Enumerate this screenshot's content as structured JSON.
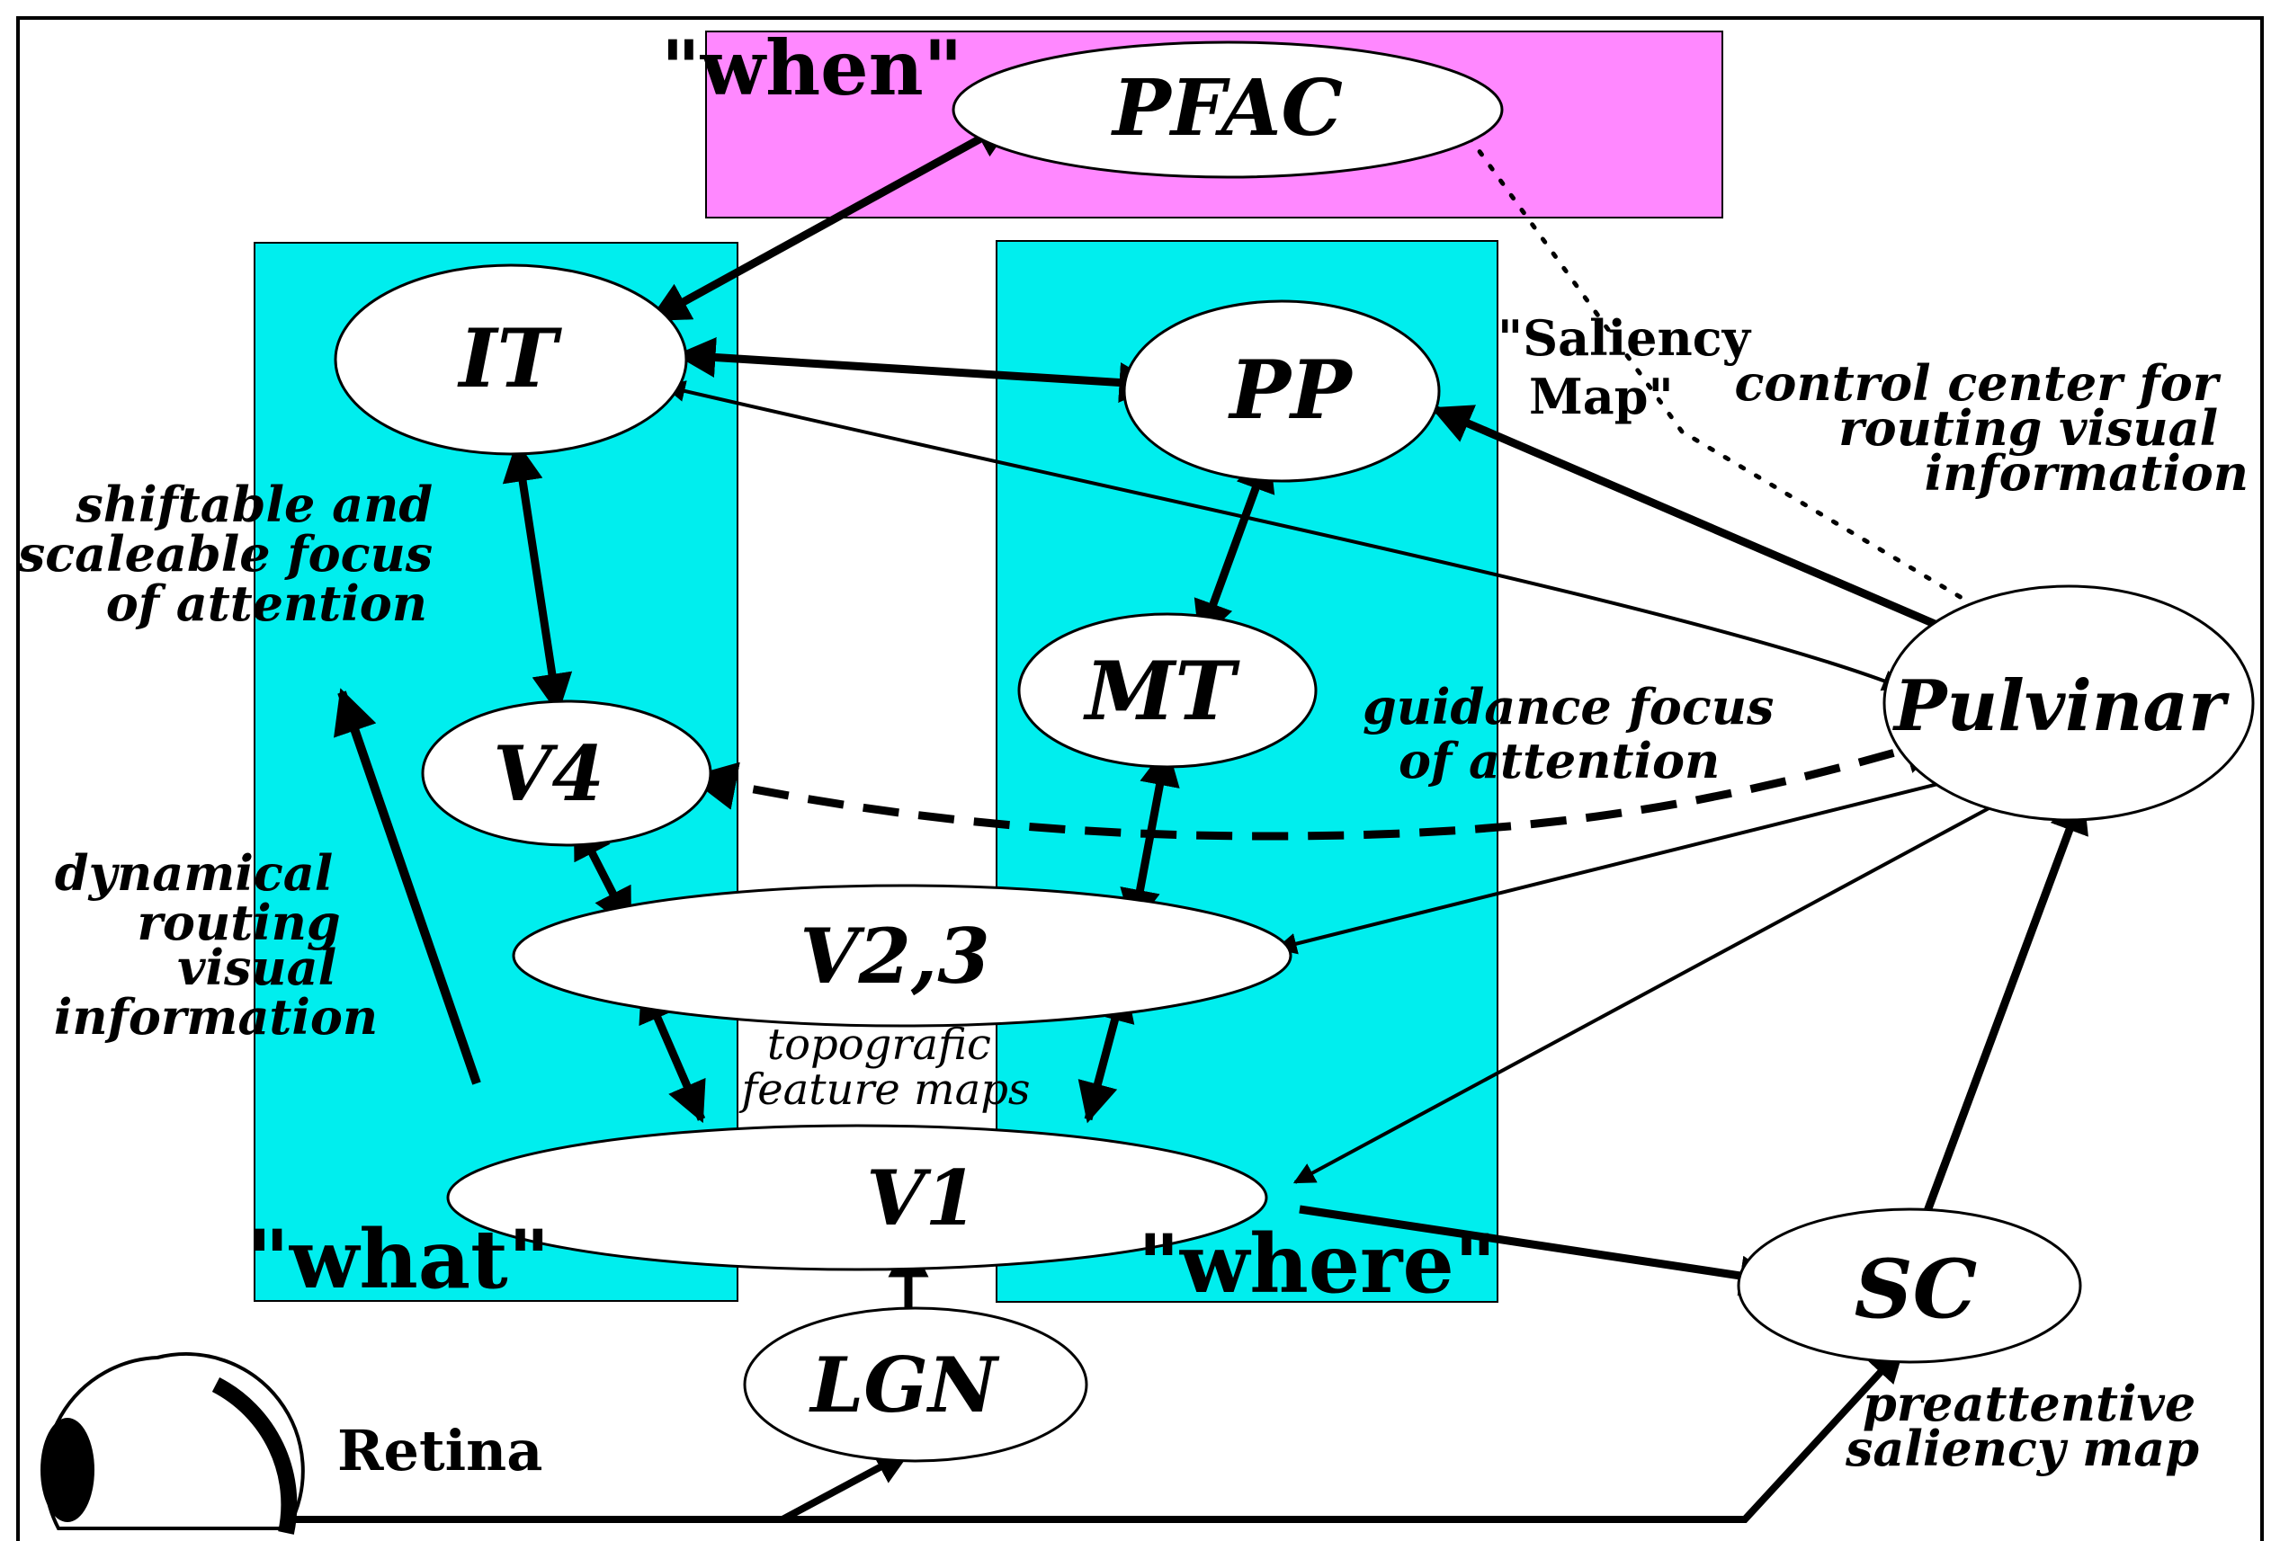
{
  "colors": {
    "what_where_bg": "#00eeee",
    "when_bg": "#ff88ff",
    "ellipse_fill": "#ffffff",
    "stroke": "#000000"
  },
  "regions": {
    "when": "\"when\"",
    "what": "\"what\"",
    "where": "\"where\""
  },
  "nodes": {
    "pfac": "PFAC",
    "it": "IT",
    "pp": "PP",
    "mt": "MT",
    "v4": "V4",
    "v23": "V2,3",
    "v1": "V1",
    "lgn": "LGN",
    "sc": "SC",
    "pulvinar": "Pulvinar"
  },
  "notes": {
    "saliency_map": [
      "\"Saliency",
      "Map\""
    ],
    "control_center": [
      "control center for",
      "routing visual",
      "information"
    ],
    "shiftable_focus": [
      "shiftable and",
      "scaleable focus",
      "of attention"
    ],
    "guidance_focus": [
      "guidance focus",
      "of attention"
    ],
    "dynamical_routing": [
      "dynamical",
      "routing",
      "visual",
      "information"
    ],
    "topografic": [
      "topografic",
      "feature maps"
    ],
    "preattentive": [
      "preattentive",
      "saliency map"
    ],
    "retina": "Retina"
  },
  "icons": {
    "eye": "eye-icon"
  }
}
